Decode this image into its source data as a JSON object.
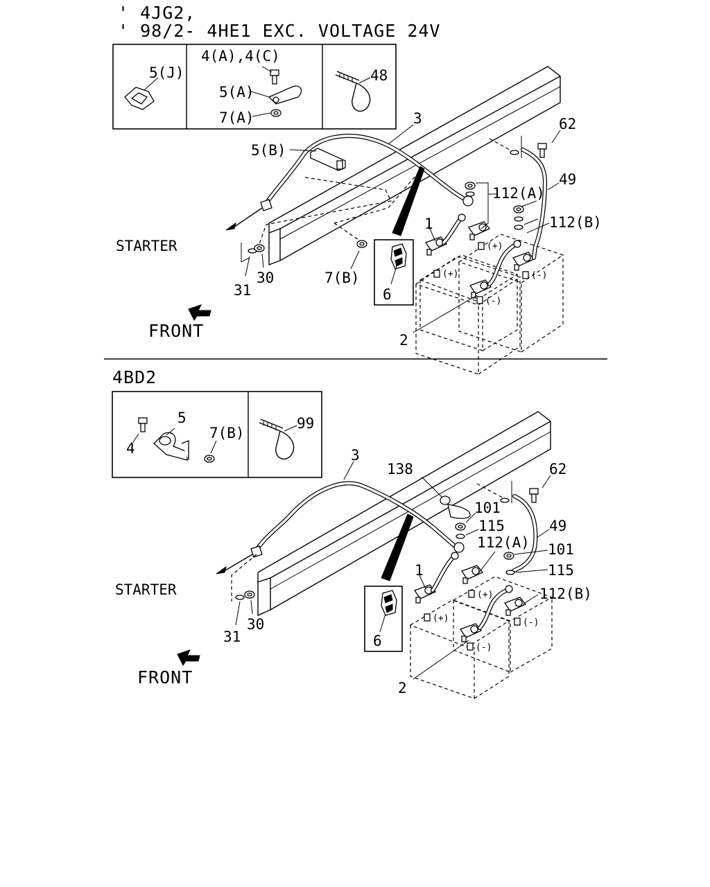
{
  "top": {
    "header_line1": "' 4JG2,",
    "header_line2": "' 98/2- 4HE1 EXC. VOLTAGE 24V",
    "inset_labels": [
      "5(J)",
      "4(A),4(C)",
      "5(A)",
      "7(A)",
      "48"
    ],
    "callouts": {
      "c3": "3",
      "c5b": "5(B)",
      "c62": "62",
      "c49": "49",
      "c112a": "112(A)",
      "c112b": "112(B)",
      "c1": "1",
      "c31": "31",
      "c30": "30",
      "c7b": "7(B)",
      "c6": "6",
      "c2": "2"
    },
    "starter": "STARTER",
    "front": "FRONT"
  },
  "bottom": {
    "header": "4BD2",
    "inset_labels": [
      "5",
      "7(B)",
      "4",
      "99"
    ],
    "callouts": {
      "c3": "3",
      "c138": "138",
      "c101a": "101",
      "c115a": "115",
      "c62": "62",
      "c49": "49",
      "c112a": "112(A)",
      "c101b": "101",
      "c115b": "115",
      "c1": "1",
      "c112b": "112(B)",
      "c31": "31",
      "c30": "30",
      "c6": "6",
      "c2": "2"
    },
    "starter": "STARTER",
    "front": "FRONT"
  },
  "terminals": {
    "plus": "(+)",
    "minus": "(-)"
  }
}
